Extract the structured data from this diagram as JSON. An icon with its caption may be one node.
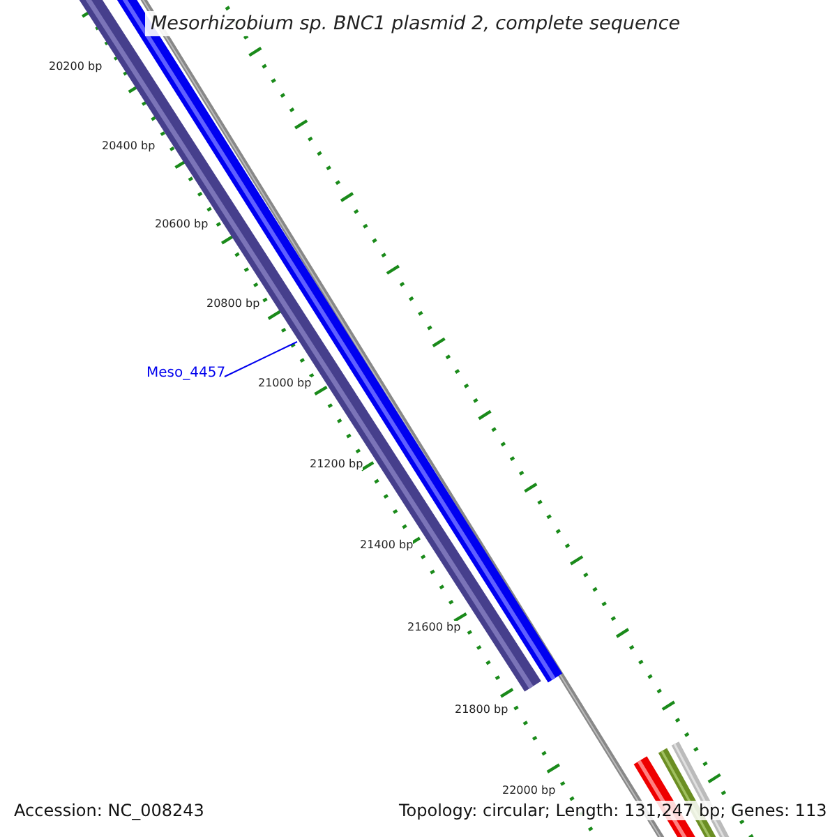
{
  "diagram": {
    "title": "Mesorhizobium sp. BNC1 plasmid 2, complete sequence",
    "nodes": [
      {
        "text": [
          "Meso_4457"
        ]
      },
      {
        "text": [],
        "shape": "bar"
      }
    ],
    "edges": [
      {
        "from": 0,
        "to": 1,
        "arrow": "none"
      }
    ],
    "labels": [
      "20200 bp",
      "20400 bp",
      "20600 bp",
      "20800 bp",
      "21000 bp",
      "21200 bp",
      "21400 bp",
      "21600 bp",
      "21800 bp",
      "22000 bp",
      "Accession: NC_008243",
      "Topology: circular; Length: 131,247 bp; Genes: 113"
    ]
  }
}
